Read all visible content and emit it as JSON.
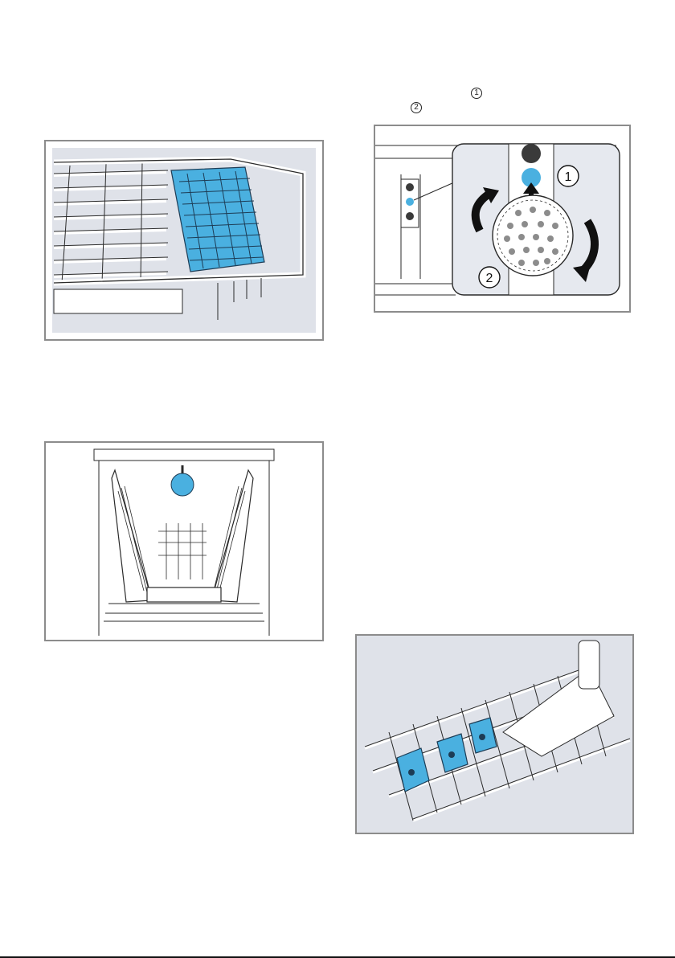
{
  "markers": {
    "step_1": "1",
    "step_2": "2"
  },
  "figures": {
    "rotation_detail": {
      "callout_1": "1",
      "callout_2": "2"
    }
  },
  "colors": {
    "frame": "#8c8c8c",
    "panel_bg": "#dfe2e9",
    "highlight_blue": "#4ab0e0",
    "line": "#2a2a2a"
  }
}
